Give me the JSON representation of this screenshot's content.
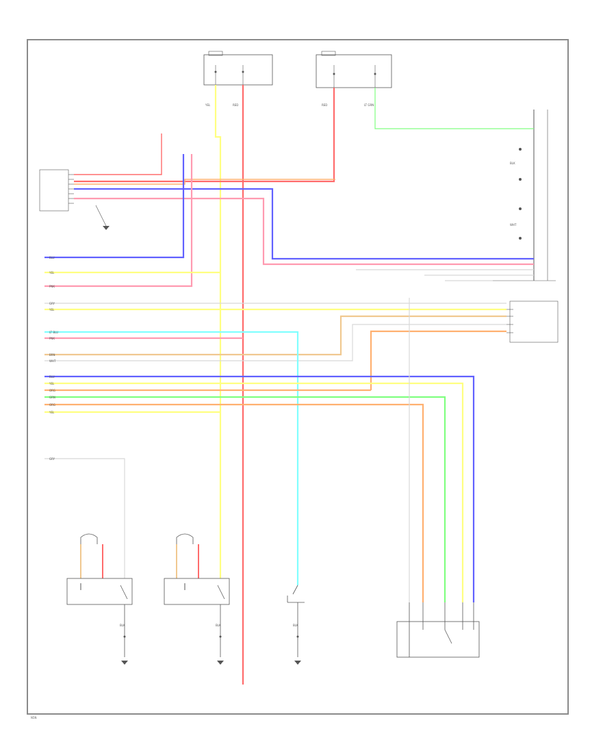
{
  "diagram": {
    "footer_code": "N5N",
    "colors": {
      "red": "#ff6b6b",
      "yellow": "#ffff80",
      "blue": "#6060ff",
      "orange": "#ffb070",
      "pink": "#ff9ab0",
      "green": "#80ff80",
      "cyan": "#80ffff",
      "tan": "#f0c890",
      "gray": "#d8d8d8",
      "line": "#555555"
    },
    "wire_labels": {
      "w_blk": "BLK",
      "w_yel": "YEL",
      "w_red": "RED",
      "w_blu": "BLU",
      "w_pnk": "PNK",
      "w_grn": "GRN",
      "w_org": "ORG",
      "w_ltblu": "LT BLU",
      "w_wht": "WHT",
      "w_brn": "BRN",
      "w_ltgrn": "LT GRN",
      "w_gry": "GRY"
    }
  }
}
